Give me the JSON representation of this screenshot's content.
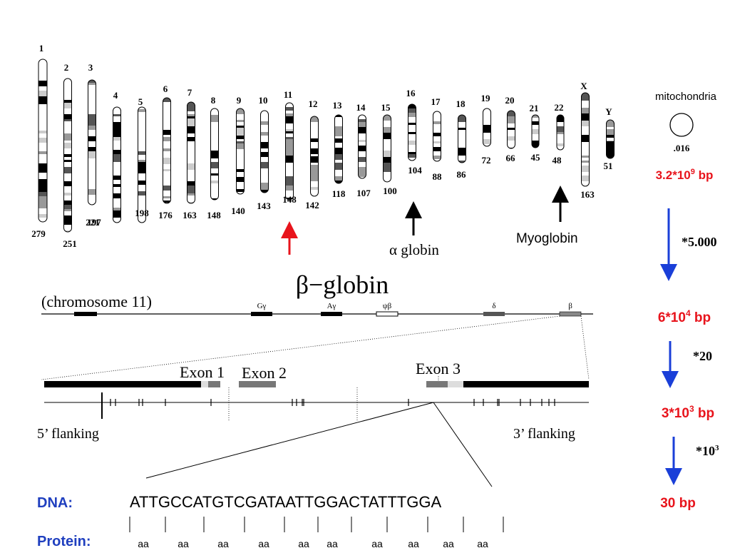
{
  "karyotype": {
    "chromosomes": [
      {
        "name": "1",
        "size": "279"
      },
      {
        "name": "2",
        "size": "251"
      },
      {
        "name": "3",
        "size": "221"
      },
      {
        "name": "4",
        "size": "197"
      },
      {
        "name": "5",
        "size": "198"
      },
      {
        "name": "6",
        "size": "176"
      },
      {
        "name": "7",
        "size": "163"
      },
      {
        "name": "8",
        "size": "148"
      },
      {
        "name": "9",
        "size": "140"
      },
      {
        "name": "10",
        "size": "143"
      },
      {
        "name": "11",
        "size": "148"
      },
      {
        "name": "12",
        "size": "142"
      },
      {
        "name": "13",
        "size": "118"
      },
      {
        "name": "14",
        "size": "107"
      },
      {
        "name": "15",
        "size": "100"
      },
      {
        "name": "16",
        "size": "104"
      },
      {
        "name": "17",
        "size": "88"
      },
      {
        "name": "18",
        "size": "86"
      },
      {
        "name": "19",
        "size": "72"
      },
      {
        "name": "20",
        "size": "66"
      },
      {
        "name": "21",
        "size": "45"
      },
      {
        "name": "22",
        "size": "48"
      },
      {
        "name": "X",
        "size": "163"
      },
      {
        "name": "Y",
        "size": "51"
      }
    ],
    "mito_label": "mitochondria",
    "mito_size": ".016",
    "alpha_label": "α globin",
    "myoglobin_label": "Myoglobin"
  },
  "locus": {
    "title": "β−globin",
    "chromosome_label": "(chromosome 11)",
    "genes": [
      "Gγ",
      "Aγ",
      "ψβ",
      "δ",
      "β"
    ]
  },
  "gene": {
    "exon1": "Exon 1",
    "exon2": "Exon 2",
    "exon3": "Exon 3",
    "flank5": "5’ flanking",
    "flank3": "3’ flanking"
  },
  "sequence": {
    "dna_label": "DNA:",
    "dna": "ATTGCCATGTCGATAATTGGACTATTTGGA",
    "protein_label": "Protein:",
    "aa": [
      "aa",
      "aa",
      "aa",
      "aa",
      "aa",
      "aa",
      "aa",
      "aa",
      "aa",
      "aa"
    ]
  },
  "scale": {
    "s1": "3.2*10",
    "s1_exp": "9",
    "s1_unit": " bp",
    "f1": "*5.000",
    "s2": "6*10",
    "s2_exp": "4",
    "s2_unit": " bp",
    "f2": "*20",
    "s3": "3*10",
    "s3_exp": "3",
    "s3_unit": " bp",
    "f3": "*10",
    "f3_exp": "3",
    "s4": "30 bp"
  },
  "colors": {
    "accent_red": "#e8141c",
    "arrow_blue": "#1a3fd8",
    "label_blue": "#1f3fbf"
  }
}
